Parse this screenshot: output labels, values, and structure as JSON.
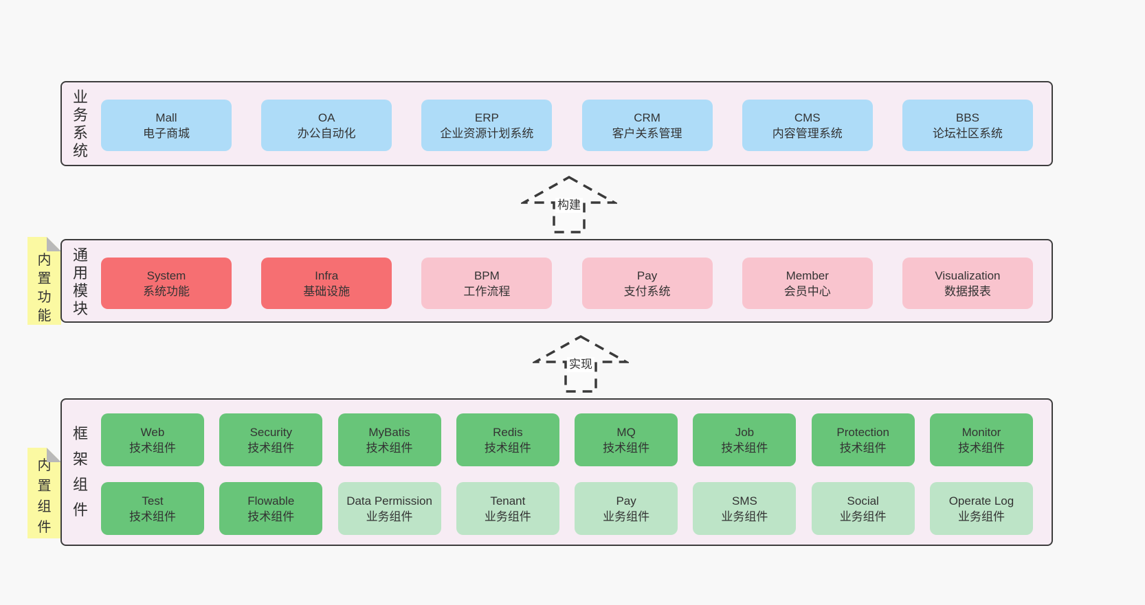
{
  "colors": {
    "page_bg": "#f8f8f8",
    "panel_bg": "#f7ecf4",
    "panel_border": "#3d3d3d",
    "blue": "#aedcf8",
    "red": "#f66f72",
    "pink": "#f9c4ce",
    "green_dark": "#68c579",
    "green_light": "#bde4c7",
    "yellow_note": "#fbf9a2",
    "fold_gray": "#b9b9b9",
    "text": "#333333"
  },
  "sections": {
    "business": {
      "side_label": "业务系统",
      "boxes": [
        {
          "name": "Mall",
          "sub": "电子商城",
          "variant": "blue"
        },
        {
          "name": "OA",
          "sub": "办公自动化",
          "variant": "blue"
        },
        {
          "name": "ERP",
          "sub": "企业资源计划系统",
          "variant": "blue"
        },
        {
          "name": "CRM",
          "sub": "客户关系管理",
          "variant": "blue"
        },
        {
          "name": "CMS",
          "sub": "内容管理系统",
          "variant": "blue"
        },
        {
          "name": "BBS",
          "sub": "论坛社区系统",
          "variant": "blue"
        }
      ]
    },
    "modules": {
      "side_label": "通用模块",
      "note": "内置功能",
      "boxes": [
        {
          "name": "System",
          "sub": "系统功能",
          "variant": "red"
        },
        {
          "name": "Infra",
          "sub": "基础设施",
          "variant": "red"
        },
        {
          "name": "BPM",
          "sub": "工作流程",
          "variant": "pink"
        },
        {
          "name": "Pay",
          "sub": "支付系统",
          "variant": "pink"
        },
        {
          "name": "Member",
          "sub": "会员中心",
          "variant": "pink"
        },
        {
          "name": "Visualization",
          "sub": "数据报表",
          "variant": "pink"
        }
      ]
    },
    "framework": {
      "side_label": "框架组件",
      "note": "内置组件",
      "rows": [
        [
          {
            "name": "Web",
            "sub": "技术组件",
            "variant": "green-dark"
          },
          {
            "name": "Security",
            "sub": "技术组件",
            "variant": "green-dark"
          },
          {
            "name": "MyBatis",
            "sub": "技术组件",
            "variant": "green-dark"
          },
          {
            "name": "Redis",
            "sub": "技术组件",
            "variant": "green-dark"
          },
          {
            "name": "MQ",
            "sub": "技术组件",
            "variant": "green-dark"
          },
          {
            "name": "Job",
            "sub": "技术组件",
            "variant": "green-dark"
          },
          {
            "name": "Protection",
            "sub": "技术组件",
            "variant": "green-dark"
          },
          {
            "name": "Monitor",
            "sub": "技术组件",
            "variant": "green-dark"
          }
        ],
        [
          {
            "name": "Test",
            "sub": "技术组件",
            "variant": "green-dark"
          },
          {
            "name": "Flowable",
            "sub": "技术组件",
            "variant": "green-dark"
          },
          {
            "name": "Data Permission",
            "sub": "业务组件",
            "variant": "green-light"
          },
          {
            "name": "Tenant",
            "sub": "业务组件",
            "variant": "green-light"
          },
          {
            "name": "Pay",
            "sub": "业务组件",
            "variant": "green-light"
          },
          {
            "name": "SMS",
            "sub": "业务组件",
            "variant": "green-light"
          },
          {
            "name": "Social",
            "sub": "业务组件",
            "variant": "green-light"
          },
          {
            "name": "Operate Log",
            "sub": "业务组件",
            "variant": "green-light"
          }
        ]
      ]
    }
  },
  "arrows": [
    {
      "label": "构建"
    },
    {
      "label": "实现"
    }
  ]
}
